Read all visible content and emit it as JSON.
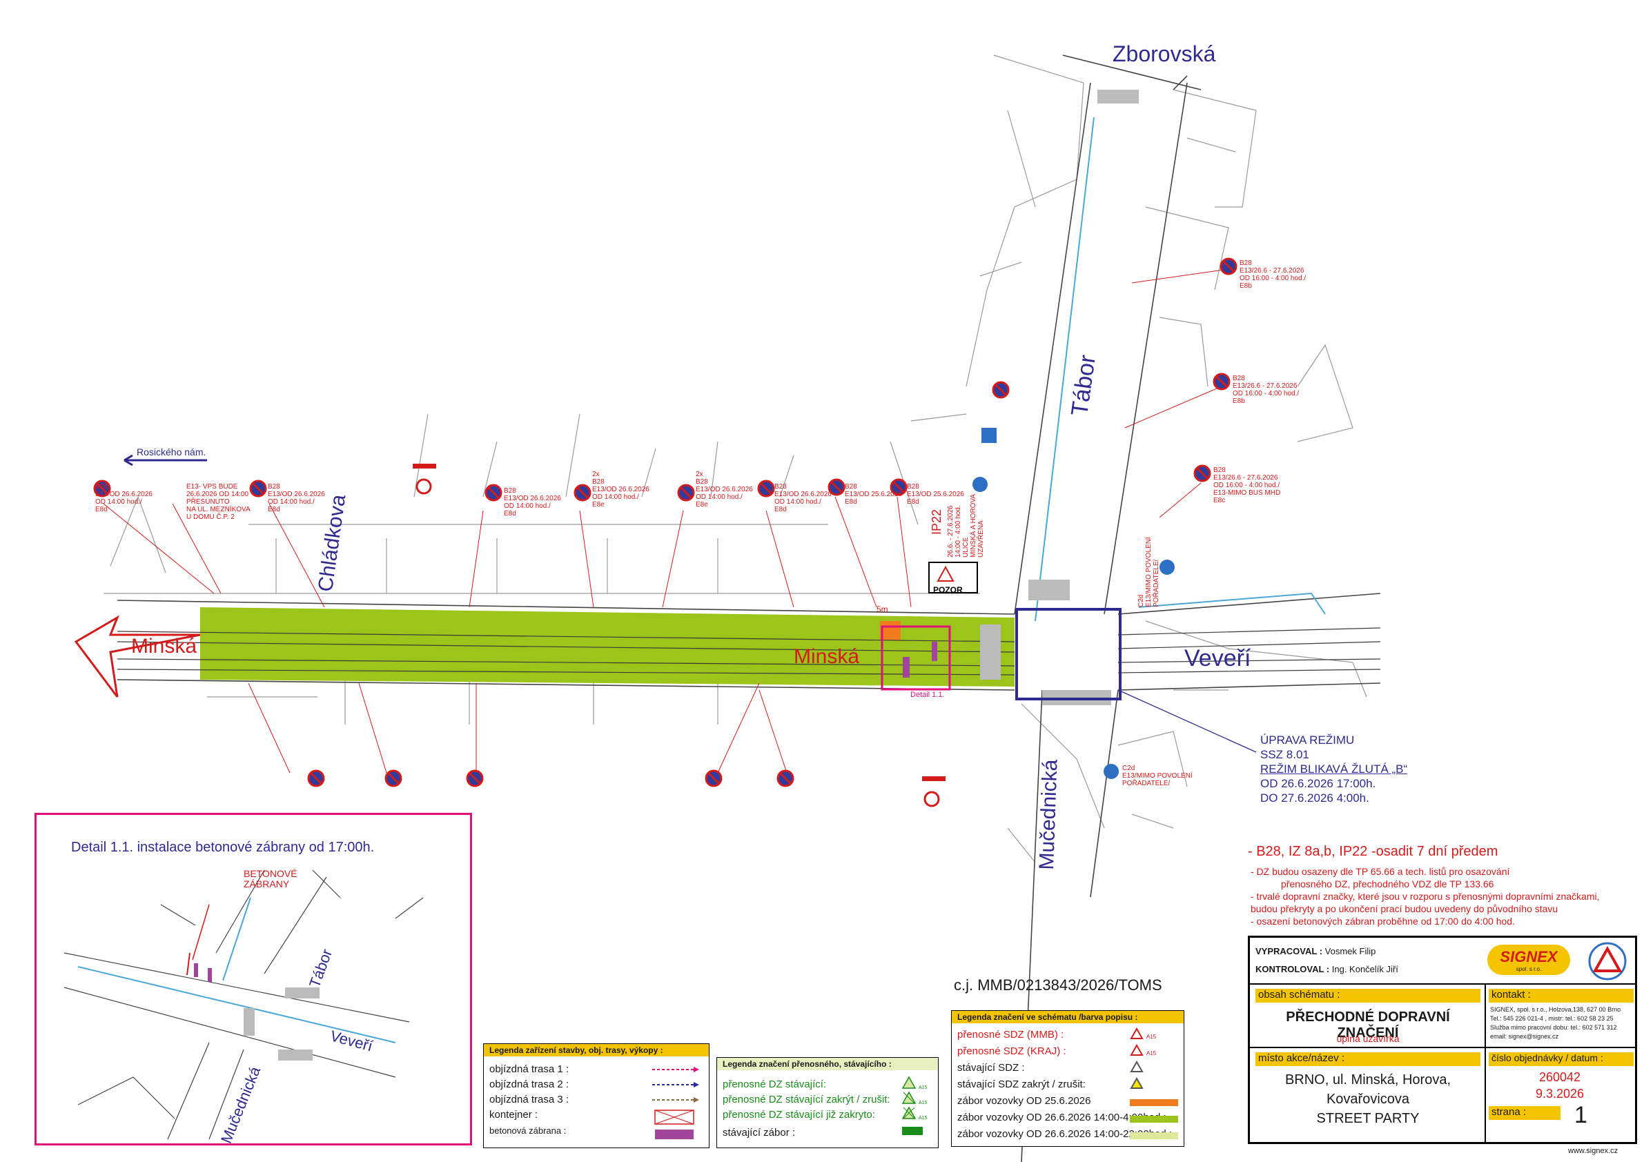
{
  "streets": {
    "zborovska": "Zborovská",
    "tabor": "Tábor",
    "minska_left": "Minská",
    "minska_center": "Minská",
    "chladkova": "Chládkova",
    "veveri": "Veveří",
    "mucednicka": "Mučednická",
    "rosickeho": "Rosického nám."
  },
  "detail_marker": "Detail 1.1.",
  "five_m": "5m",
  "signs_top": [
    {
      "text": "B28\nE13/OD 26.6.2026\nOD 14:00 hod./\nE8d"
    },
    {
      "text": "E13- VPS BUDE\n26.6.2026 OD 14:00\nPŘESUNUTO\nNA UL. MEZNÍKOVA\nU DOMU Č.P. 2"
    },
    {
      "text": "B28\nE13/OD 26.6.2026\nOD 14:00 hod./\nE8d"
    },
    {
      "text": "B28\nE13/OD 26.6.2026\nOD 14:00 hod./\nE8d"
    },
    {
      "text": "2x\nB28\nE13/OD 26.6.2026\nOD 14:00 hod./\nE8e"
    },
    {
      "text": "2x\nB28\nE13/OD 26.6.2026\nOD 14:00 hod./\nE8e"
    },
    {
      "text": "B28\nE13/OD 26.6.2026\nOD 14:00 hod./\nE8d"
    },
    {
      "text": "B28\nE13/OD 25.6.2026\nE8d"
    },
    {
      "text": "B28\nE13/OD 25.6.2026\nE8d"
    }
  ],
  "signs_right": [
    {
      "text": "B28\nE13/26.6 - 27.6.2026\nOD 16:00 - 4:00 hod./\nE8b"
    },
    {
      "text": "B28\nE13/26.6 - 27.6.2026\nOD 16:00 - 4:00 hod./\nE8b"
    },
    {
      "text": "B28\nE13/26.6 - 27.6.2026\nOD 16:00 - 4:00 hod./\nE13-MIMO BUS MHD\nE8c"
    }
  ],
  "ip22": {
    "code": "IP22",
    "text": "26.6. - 27.6.2026\n14:00 - 4:00 hod.\nULICE\nMINSKÁ A HOROVA\nUZAVŘENA",
    "pozor": "POZOR"
  },
  "c2d_right": "C2d\nE13/MIMO POVOLENÍ\nPOŘADATELE/",
  "c2d_bottom": "C2d\nE13/MIMO POVOLENÍ\nPOŘADATELE/",
  "upravy": {
    "title": "ÚPRAVA REŽIMU",
    "ssz": "SSZ  8.01",
    "rezim": "REŽIM BLIKAVÁ ŽLUTÁ „B“",
    "od": "OD 26.6.2026 17:00h.",
    "do": "DO 27.6.2026 4:00h."
  },
  "notes": {
    "main": "- B28, IZ 8a,b, IP22 -osadit 7 dní předem",
    "l1": "- DZ budou osazeny dle TP 65.66 a tech. listů pro osazování",
    "l2": "přenosného DZ, přechodného VDZ dle TP 133.66",
    "l3": "- trvalé dopravní značky, které jsou v rozporu s přenosnými dopravními značkami,",
    "l4": "budou překryty a po ukončení prací budou uvedeny do původního stavu",
    "l5": "- osazení betonových zábran proběhne od 17:00 do 4:00 hod."
  },
  "detail": {
    "title": "Detail 1.1. instalace betonové zábrany od 17:00h.",
    "label": "BETONOVÉ\nZÁBRANY",
    "tabor": "Tábor",
    "veveri": "Veveří",
    "mucednicka": "Mučednická"
  },
  "cj": "c.j. MMB/0213843/2026/TOMS",
  "legend_stavby": {
    "header": "Legenda zařízení stavby, obj. trasy, výkopy :",
    "rows": [
      "objízdná trasa 1 :",
      "objízdná trasa 2 :",
      "objízdná trasa 3 :",
      "kontejner :",
      "betonová zábrana :"
    ],
    "colors": {
      "t1": "#e0107a",
      "t2": "#2b2b9c",
      "t3": "#8a6a3a",
      "zabrana": "#a0459a"
    }
  },
  "legend_prenosne": {
    "header": "Legenda značení přenosného, stávajícího :",
    "rows": [
      "přenosné  DZ  stávající:",
      "přenosné  DZ  stávající  zakrýt  / zrušit:",
      "přenosné  DZ  stávající již zakryto:",
      "stávající zábor :"
    ],
    "a15": "A15"
  },
  "legend_schema": {
    "header": "Legenda značení ve schématu /barva popisu :",
    "rows": [
      {
        "label": "přenosné  SDZ (MMB) :",
        "color": "#d31b1b"
      },
      {
        "label": "přenosné  SDZ (KRAJ) :",
        "color": "#d31b1b"
      },
      {
        "label": "stávající SDZ :",
        "color": "#1a1a1a"
      },
      {
        "label": "stávající SDZ zakrýt / zrušit:",
        "color": "#1a1a1a"
      },
      {
        "label": "zábor vozovky OD 25.6.2026",
        "color": "#1a1a1a"
      },
      {
        "label": "zábor vozovky OD 26.6.2026 14:00-4:00hod.:",
        "color": "#1a1a1a"
      },
      {
        "label": "zábor vozovky OD 26.6.2026 14:00-22:00hod.:",
        "color": "#1a1a1a"
      }
    ],
    "a15": "A15",
    "swatches": {
      "orange": "#f07c1f",
      "green": "#9dc41a",
      "lightgreen": "#dde89a"
    }
  },
  "titleblock": {
    "vypracoval_label": "VYPRACOVAL",
    "vypracoval": "Vosmek Filip",
    "kontroloval_label": "KONTROLOVAL",
    "kontroloval": "Ing. Končelík Jiří",
    "company": "SIGNEX",
    "company_sub": "spol. s r.o.",
    "obsah_label": "obsah schématu :",
    "obsah_title": "PŘECHODNÉ DOPRAVNÍ ZNAČENÍ",
    "obsah_sub": "úplná uzavírka",
    "kontakt_label": "kontakt :",
    "kontakt_lines": [
      "SIGNEX, spol. s r.o., Holzova,138, 627 00 Brno",
      "Tel.: 545 226 021-4 , mistr: tel.: 602 58 23 25",
      "Služba mimo pracovní dobu: tel.: 602 571 312",
      "email: signex@signex.cz"
    ],
    "misto_label": "místo  akce/název :",
    "misto_lines": [
      "BRNO, ul. Minská, Horova,",
      "Kovařovicova",
      "STREET PARTY"
    ],
    "cislo_label": "číslo  objednávky / datum :",
    "cislo": "260042",
    "datum": "9.3.2026",
    "strana_label": "strana :",
    "strana": "1",
    "web": "www.signex.cz"
  },
  "colors": {
    "zabor": "#9dc41a",
    "red": "#d31b1b",
    "blue": "#2f2a8f",
    "magenta": "#e0107a",
    "orange": "#f07c1f",
    "yellow": "#f5c400"
  }
}
